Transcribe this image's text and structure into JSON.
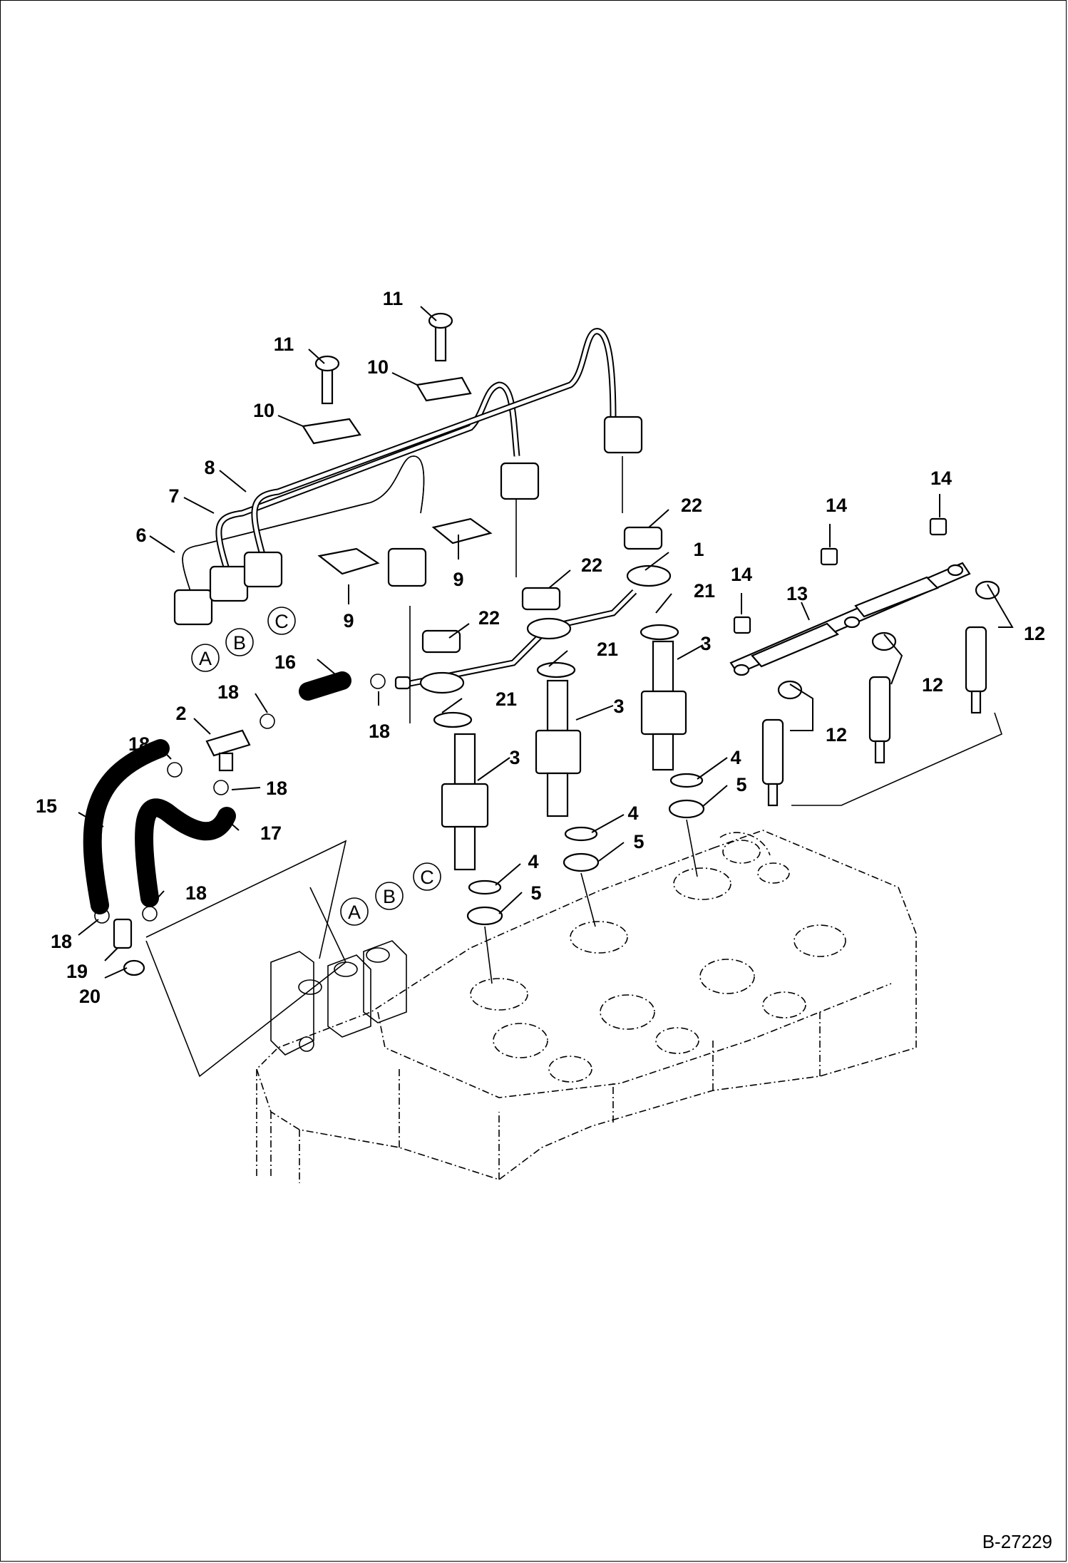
{
  "document_id": "B-27229",
  "callouts": {
    "c1": "1",
    "c2": "2",
    "c3a": "3",
    "c3b": "3",
    "c3c": "3",
    "c4a": "4",
    "c4b": "4",
    "c4c": "4",
    "c5a": "5",
    "c5b": "5",
    "c5c": "5",
    "c6": "6",
    "c7": "7",
    "c8": "8",
    "c9a": "9",
    "c9b": "9",
    "c10a": "10",
    "c10b": "10",
    "c11a": "11",
    "c11b": "11",
    "c12a": "12",
    "c12b": "12",
    "c12c": "12",
    "c13": "13",
    "c14a": "14",
    "c14b": "14",
    "c14c": "14",
    "c15": "15",
    "c16": "16",
    "c17": "17",
    "c18a": "18",
    "c18b": "18",
    "c18c": "18",
    "c18d": "18",
    "c18e": "18",
    "c18f": "18",
    "c19": "19",
    "c20": "20",
    "c21a": "21",
    "c21b": "21",
    "c21c": "21",
    "c22a": "22",
    "c22b": "22",
    "c22c": "22"
  },
  "connection_labels": {
    "top_a": "A",
    "top_b": "B",
    "top_c": "C",
    "bottom_a": "A",
    "bottom_b": "B",
    "bottom_c": "C"
  }
}
